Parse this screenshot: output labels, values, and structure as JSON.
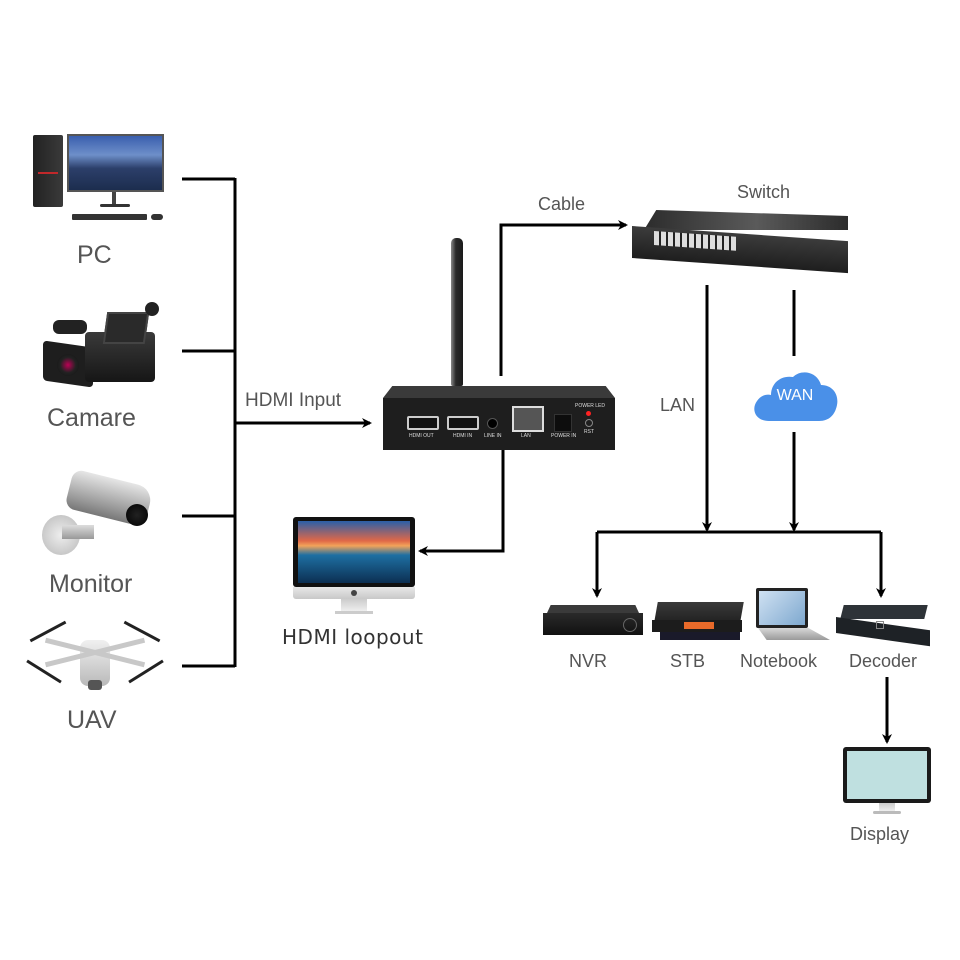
{
  "diagram": {
    "sources": [
      {
        "id": "pc",
        "label": "PC",
        "icon": "desktop-pc-icon"
      },
      {
        "id": "camera",
        "label": "Camare",
        "icon": "camcorder-icon"
      },
      {
        "id": "monitor",
        "label": "Monitor",
        "icon": "cctv-camera-icon"
      },
      {
        "id": "uav",
        "label": "UAV",
        "icon": "drone-icon"
      }
    ],
    "encoder": {
      "icon": "encoder-box-icon",
      "ports": [
        "HDMI OUT",
        "HDMI IN",
        "LINE IN",
        "LAN",
        "POWER IN",
        "RST"
      ],
      "indicator": "POWER LED"
    },
    "links": {
      "hdmi_input": "HDMI Input",
      "cable": "Cable",
      "lan": "LAN",
      "wan": "WAN"
    },
    "loopout": {
      "label": "HDMI loopout",
      "icon": "imac-monitor-icon"
    },
    "switch": {
      "label": "Switch",
      "icon": "network-switch-icon"
    },
    "endpoints": [
      {
        "id": "nvr",
        "label": "NVR",
        "icon": "nvr-icon"
      },
      {
        "id": "stb",
        "label": "STB",
        "icon": "set-top-box-icon"
      },
      {
        "id": "notebook",
        "label": "Notebook",
        "icon": "laptop-icon"
      },
      {
        "id": "decoder",
        "label": "Decoder",
        "icon": "decoder-icon"
      }
    ],
    "display": {
      "label": "Display",
      "icon": "display-monitor-icon"
    },
    "colors": {
      "line": "#000000",
      "label_text": "#555555",
      "wan_cloud": "#4a90e8",
      "display_screen": "#bfe0e0"
    }
  }
}
